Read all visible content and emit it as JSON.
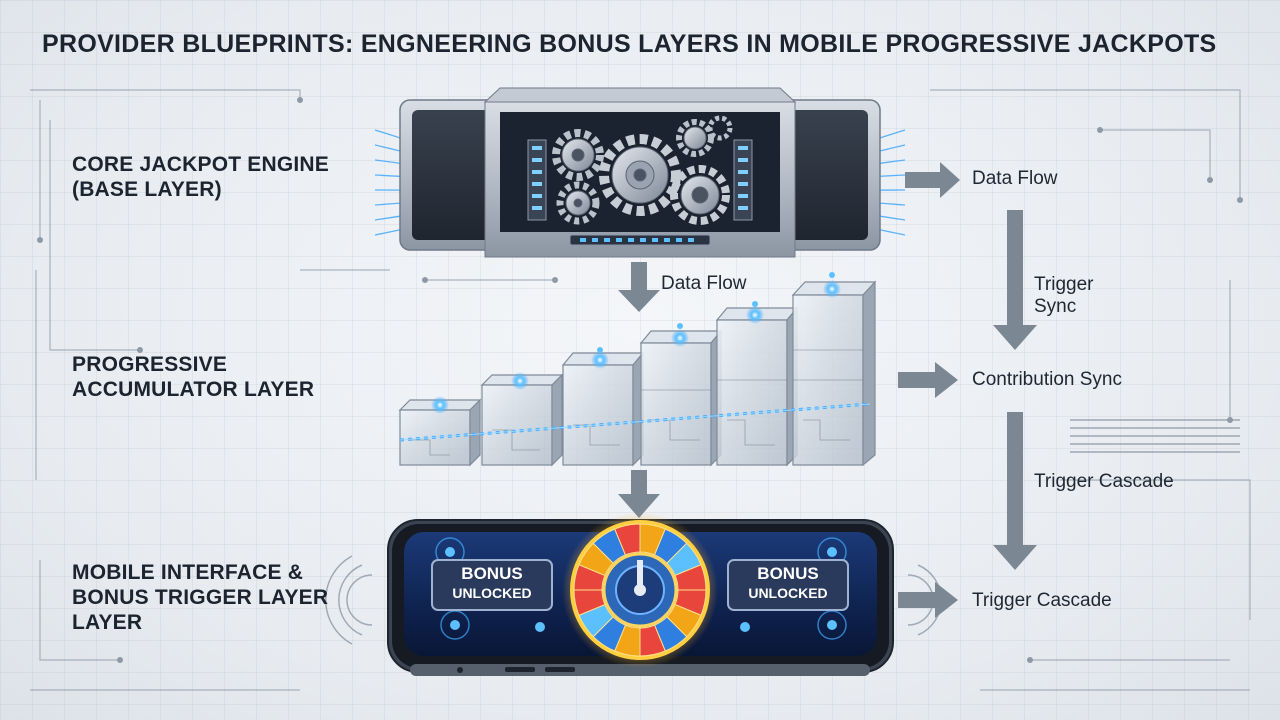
{
  "title": "PROVIDER BLUEPRINTS: ENGNEERING BONUS LAYERS IN MOBILE PROGRESSIVE JACKPOTS",
  "layers": {
    "core": "CORE JACKPOT ENGINE\n(BASE LAYER)",
    "accumulator": "PROGRESSIVE\nACCUMULATOR LAYER",
    "mobile": "MOBILE INTERFACE &\nBONUS TRIGGER LAYER\nLAYER"
  },
  "flows": {
    "data_flow_down": "Data Flow",
    "data_flow_right": "Data Flow",
    "trigger_sync": "Trigger\nSync",
    "contribution_sync": "Contribution Sync",
    "trigger_cascade_mid": "Trigger Cascade",
    "trigger_cascade_right": "Trigger Cascade"
  },
  "phone": {
    "badge_left_line1": "BONUS",
    "badge_left_line2": "UNLOCKED",
    "badge_right_line1": "BONUS",
    "badge_right_line2": "UNLOCKED"
  },
  "colors": {
    "arrow": "#7c8794",
    "glow": "#3fa9ff",
    "title": "#1c2430"
  }
}
